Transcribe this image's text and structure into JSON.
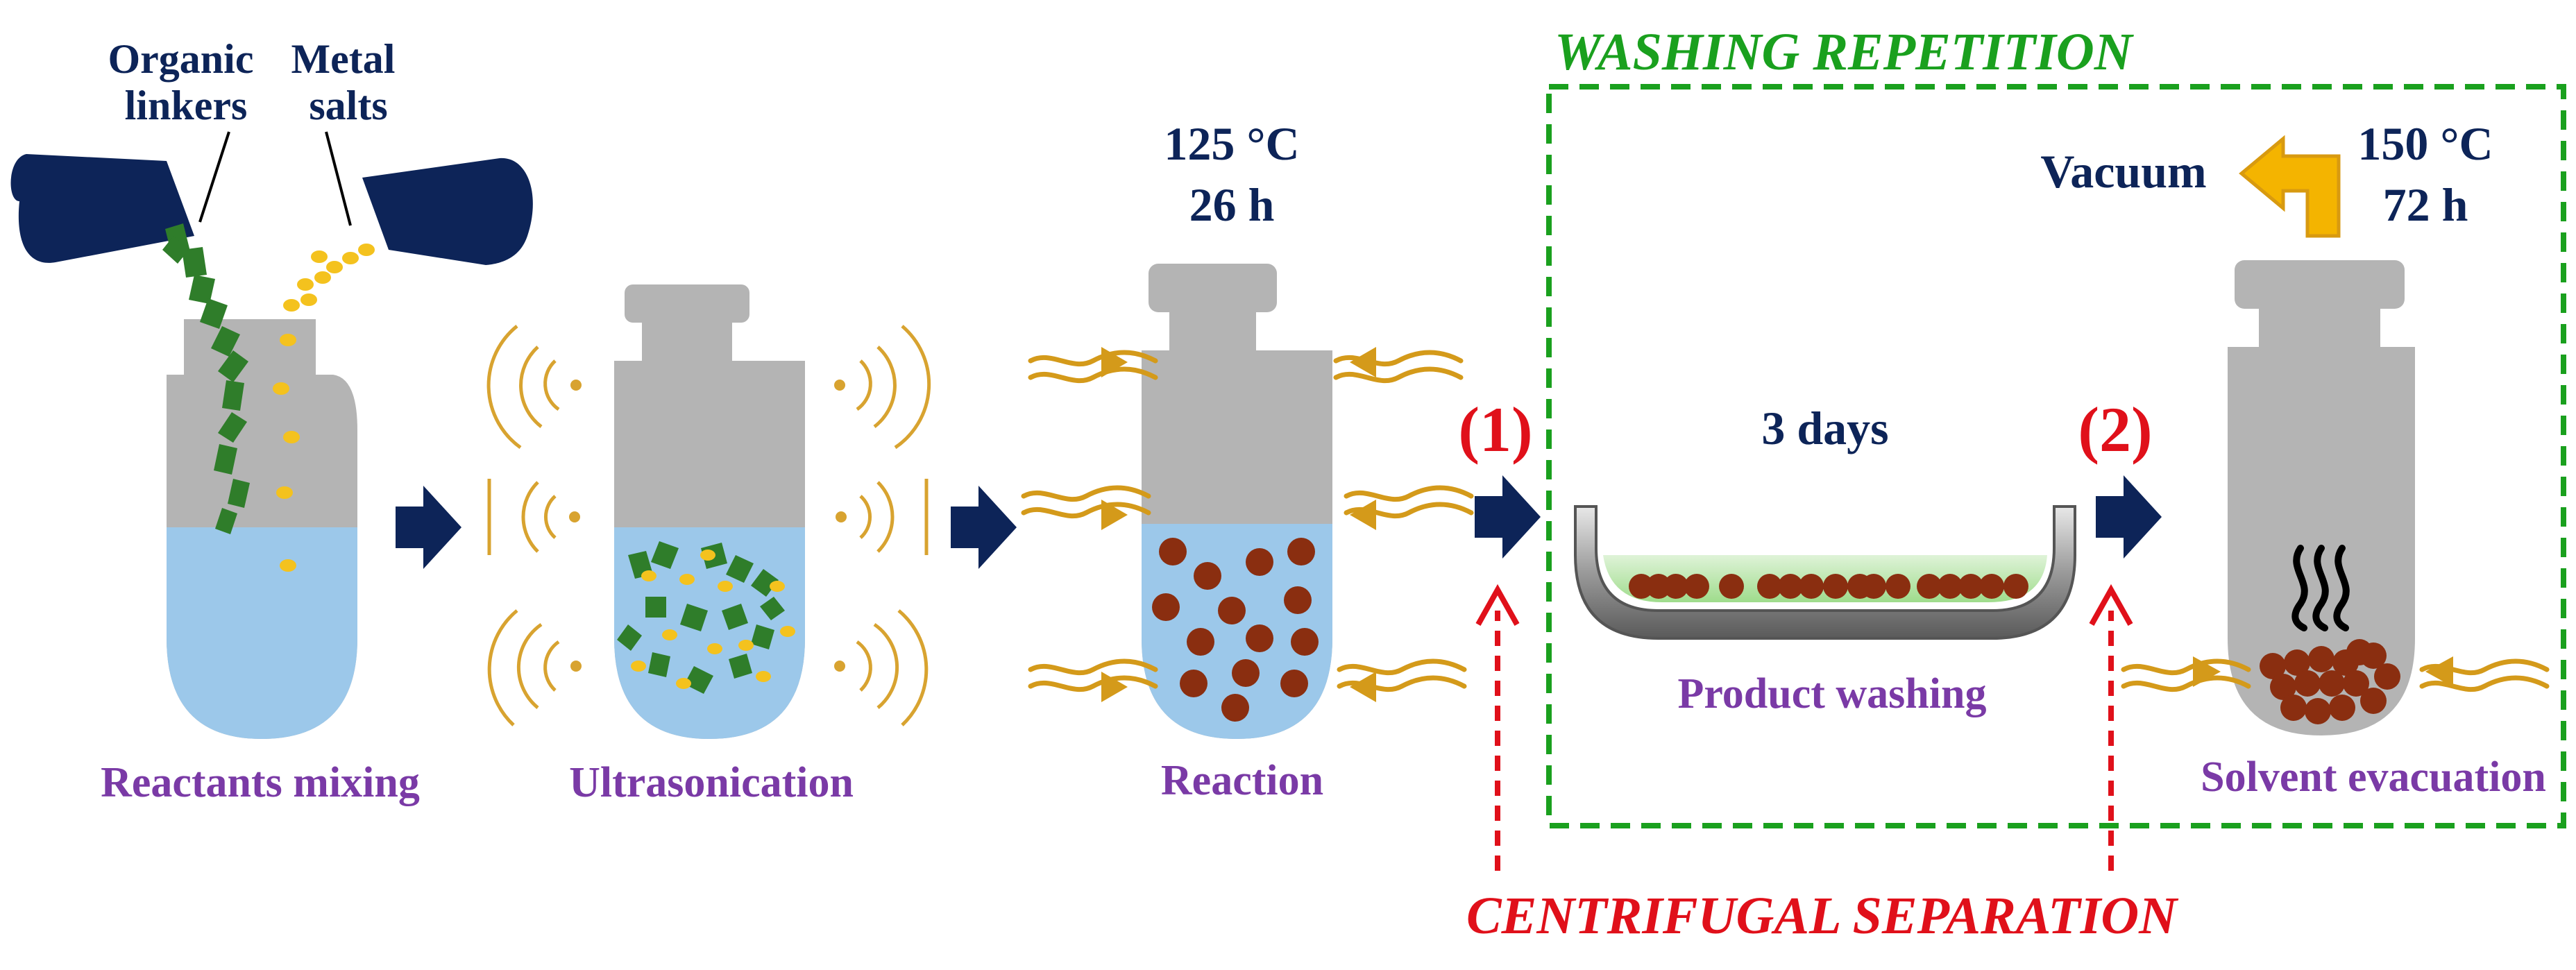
{
  "colors": {
    "navy": "#0d2458",
    "purple": "#7a3aa6",
    "red": "#e0101a",
    "green": "#1aa01e",
    "vial_gray": "#b4b4b4",
    "liquid_blue": "#9cc8ea",
    "linker_green": "#2f7d2a",
    "salt_yellow": "#f4c21e",
    "particle_brown": "#8a2e10",
    "heat_orange": "#d49a1a"
  },
  "labels": {
    "organic_linkers": "Organic\nlinkers",
    "metal_salts": "Metal\nsalts",
    "reactants_mixing": "Reactants mixing",
    "ultrasonication": "Ultrasonication",
    "reaction": "Reaction",
    "reaction_temp": "125 °C",
    "reaction_time": "26 h",
    "step1": "(1)",
    "step2": "(2)",
    "washing_repetition": "WASHING REPETITION",
    "washing_time": "3 days",
    "product_washing": "Product washing",
    "vacuum": "Vacuum",
    "evac_temp": "150 °C",
    "evac_time": "72 h",
    "solvent_evacuation": "Solvent evacuation",
    "centrifugal_separation": "CENTRIFUGAL SEPARATION"
  },
  "icons": [
    "bottle-icon",
    "vial-icon",
    "arrow-right-icon",
    "heat-wave-icon",
    "sound-wave-icon",
    "steam-icon",
    "vacuum-arrow-icon",
    "dish-icon"
  ]
}
